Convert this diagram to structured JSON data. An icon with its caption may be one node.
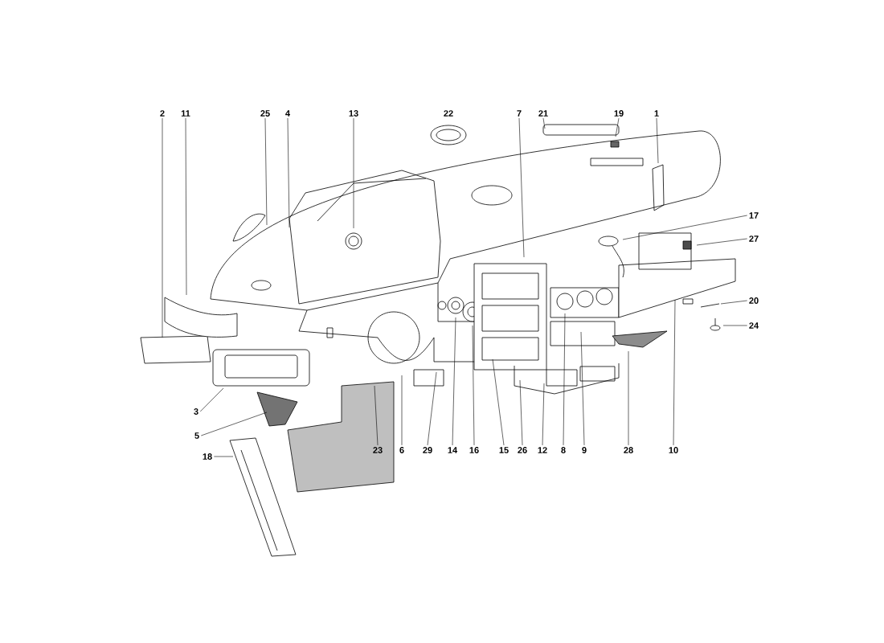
{
  "diagram": {
    "nodes": [
      {
        "text": [
          "2"
        ]
      },
      {
        "text": [
          "11"
        ]
      },
      {
        "text": [
          "25"
        ]
      },
      {
        "text": [
          "4"
        ]
      },
      {
        "text": [
          "13"
        ]
      },
      {
        "text": [
          "22"
        ]
      },
      {
        "text": [
          "7"
        ]
      },
      {
        "text": [
          "21"
        ]
      },
      {
        "text": [
          "19"
        ]
      },
      {
        "text": [
          "1"
        ]
      },
      {
        "text": [
          "17"
        ]
      },
      {
        "text": [
          "27"
        ]
      },
      {
        "text": [
          "20"
        ]
      },
      {
        "text": [
          "24"
        ]
      },
      {
        "text": [
          "3"
        ]
      },
      {
        "text": [
          "5"
        ]
      },
      {
        "text": [
          "18"
        ]
      },
      {
        "text": [
          "23"
        ]
      },
      {
        "text": [
          "6"
        ]
      },
      {
        "text": [
          "29"
        ]
      },
      {
        "text": [
          "14"
        ]
      },
      {
        "text": [
          "16"
        ]
      },
      {
        "text": [
          "15"
        ]
      },
      {
        "text": [
          "26"
        ]
      },
      {
        "text": [
          "12"
        ]
      },
      {
        "text": [
          "8"
        ]
      },
      {
        "text": [
          "9"
        ]
      },
      {
        "text": [
          "28"
        ]
      },
      {
        "text": [
          "10"
        ]
      }
    ],
    "edges": [
      {
        "from": 0,
        "to": null,
        "arrow": "none"
      },
      {
        "from": 1,
        "to": null,
        "arrow": "none"
      },
      {
        "from": 2,
        "to": null,
        "arrow": "none"
      },
      {
        "from": 3,
        "to": null,
        "arrow": "none"
      },
      {
        "from": 4,
        "to": null,
        "arrow": "none"
      },
      {
        "from": 6,
        "to": null,
        "arrow": "none"
      },
      {
        "from": 7,
        "to": null,
        "arrow": "none"
      },
      {
        "from": 8,
        "to": null,
        "arrow": "none"
      },
      {
        "from": 9,
        "to": null,
        "arrow": "none"
      },
      {
        "from": 10,
        "to": null,
        "arrow": "none"
      },
      {
        "from": 11,
        "to": null,
        "arrow": "none"
      },
      {
        "from": 12,
        "to": null,
        "arrow": "none"
      },
      {
        "from": 13,
        "to": null,
        "arrow": "none"
      },
      {
        "from": 14,
        "to": null,
        "arrow": "none"
      },
      {
        "from": 15,
        "to": null,
        "arrow": "none"
      },
      {
        "from": 16,
        "to": null,
        "arrow": "none"
      },
      {
        "from": 17,
        "to": null,
        "arrow": "none"
      },
      {
        "from": 18,
        "to": null,
        "arrow": "none"
      },
      {
        "from": 19,
        "to": null,
        "arrow": "none"
      },
      {
        "from": 20,
        "to": null,
        "arrow": "none"
      },
      {
        "from": 21,
        "to": null,
        "arrow": "none"
      },
      {
        "from": 22,
        "to": null,
        "arrow": "none"
      },
      {
        "from": 23,
        "to": null,
        "arrow": "none"
      },
      {
        "from": 24,
        "to": null,
        "arrow": "none"
      },
      {
        "from": 25,
        "to": null,
        "arrow": "none"
      },
      {
        "from": 26,
        "to": null,
        "arrow": "none"
      },
      {
        "from": 27,
        "to": null,
        "arrow": "none"
      },
      {
        "from": 28,
        "to": null,
        "arrow": "none"
      }
    ]
  }
}
